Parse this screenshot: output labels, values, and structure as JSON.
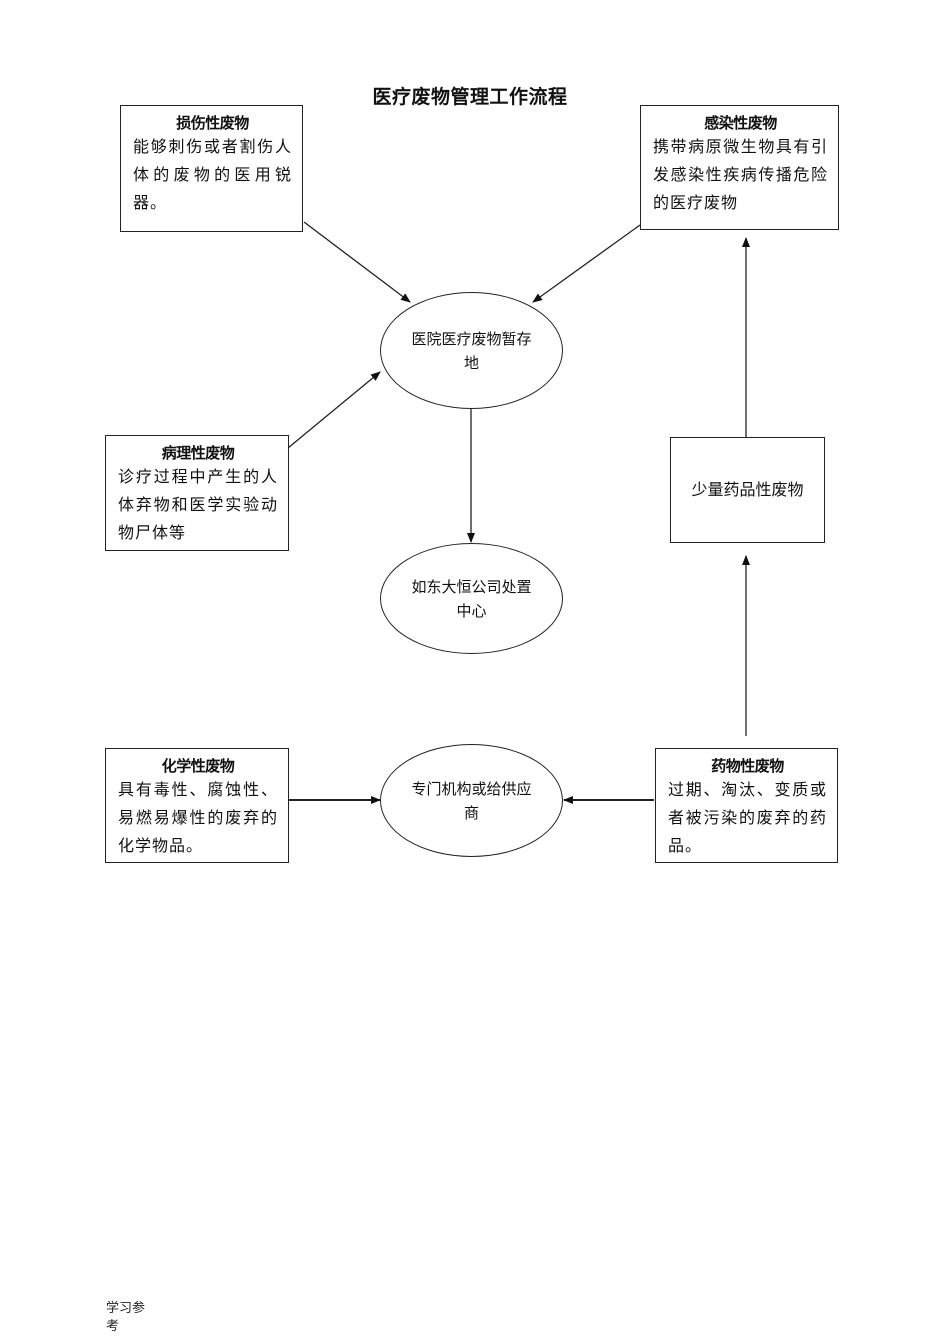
{
  "title": "医疗废物管理工作流程",
  "boxes": {
    "sharp": {
      "title": "损伤性废物",
      "body": "能够刺伤或者割伤人体的废物的医用锐器。"
    },
    "infectious": {
      "title": "感染性废物",
      "body": "携带病原微生物具有引发感染性疾病传播危险的医疗废物"
    },
    "pathological": {
      "title": "病理性废物",
      "body": "诊疗过程中产生的人体弃物和医学实验动物尸体等"
    },
    "small_pharma": {
      "body": "少量药品性废物"
    },
    "chemical": {
      "title": "化学性废物",
      "body": "具有毒性、腐蚀性、易燃易爆性的废弃的化学物品。"
    },
    "pharmaceutical": {
      "title": "药物性废物",
      "body": "过期、淘汰、变质或者被污染的废弃的药品。"
    }
  },
  "nodes": {
    "storage": "医院医疗废物暂存地",
    "disposal": "如东大恒公司处置中心",
    "supplier": "专门机构或给供应商"
  },
  "footer": "学习参考"
}
